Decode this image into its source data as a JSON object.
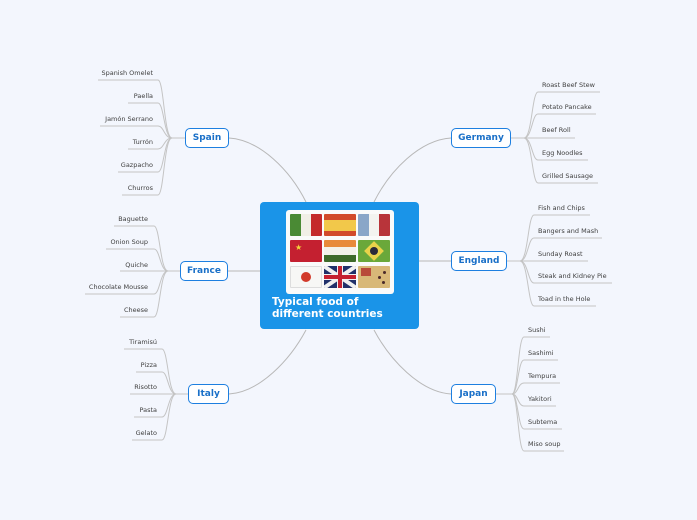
{
  "central": {
    "title_line1": "Typical food of",
    "title_line2": "different countries",
    "image": "flags-made-of-food-photo",
    "color": "#1a94e8"
  },
  "colors": {
    "background": "#f3f6fd",
    "branch_border": "#1d7fe0",
    "branch_text": "#1a70c8",
    "leaf_text": "#404040",
    "line": "#b8b8b8"
  },
  "branches": {
    "spain": {
      "label": "Spain",
      "items": [
        "Spanish Omelet",
        "Paella",
        "Jamón Serrano",
        "Turrón",
        "Gazpacho",
        "Churros"
      ]
    },
    "france": {
      "label": "France",
      "items": [
        "Baguette",
        "Onion Soup",
        "Quiche",
        "Chocolate Mousse",
        "Cheese"
      ]
    },
    "italy": {
      "label": "Italy",
      "items": [
        "Tiramisú",
        "Pizza",
        "Risotto",
        "Pasta",
        "Gelato"
      ]
    },
    "germany": {
      "label": "Germany",
      "items": [
        "Roast Beef Stew",
        "Potato Pancake",
        "Beef Roll",
        "Egg Noodles",
        "Grilled Sausage"
      ]
    },
    "england": {
      "label": "England",
      "items": [
        "Fish and Chips",
        "Bangers and Mash",
        "Sunday Roast",
        "Steak and Kidney Pie",
        "Toad in the Hole"
      ]
    },
    "japan": {
      "label": "Japan",
      "items": [
        "Sushi",
        "Sashimi",
        "Tempura",
        "Yakitori",
        "Subtema",
        "Miso soup"
      ]
    }
  }
}
